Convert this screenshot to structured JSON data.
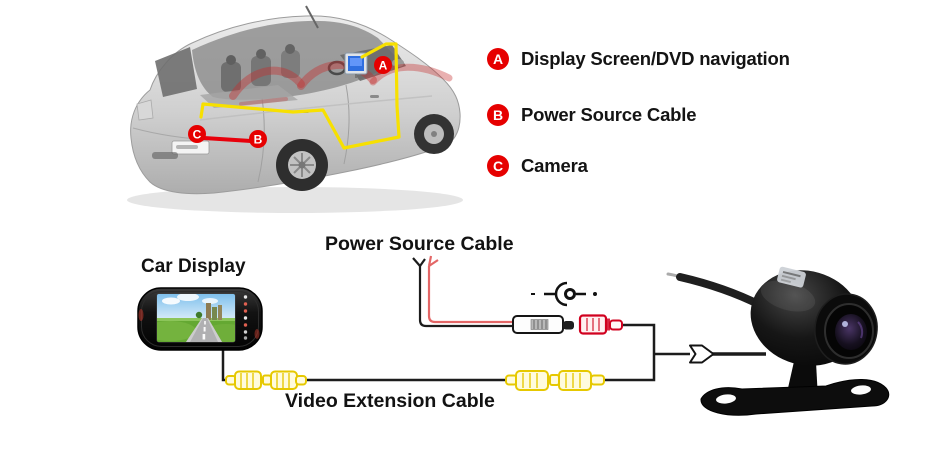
{
  "legend": {
    "items": [
      {
        "marker": "A",
        "label": "Display Screen/DVD navigation"
      },
      {
        "marker": "B",
        "label": "Power Source Cable"
      },
      {
        "marker": "C",
        "label": "Camera"
      }
    ]
  },
  "car_figure": {
    "markers": [
      {
        "letter": "A"
      },
      {
        "letter": "B"
      },
      {
        "letter": "C"
      }
    ]
  },
  "wiring_diagram": {
    "car_display_label": "Car Display",
    "power_source_cable_label": "Power Source Cable",
    "video_extension_cable_label": "Video Extension Cable"
  },
  "colors": {
    "marker_red": "#e60000",
    "cable_route_yellow": "#f7e000",
    "power_wire_red": "#e36666",
    "power_wire_black": "#1c1c1c",
    "rca_yellow": "#e3c400",
    "rca_red": "#d1001f",
    "label_text": "#121212"
  }
}
